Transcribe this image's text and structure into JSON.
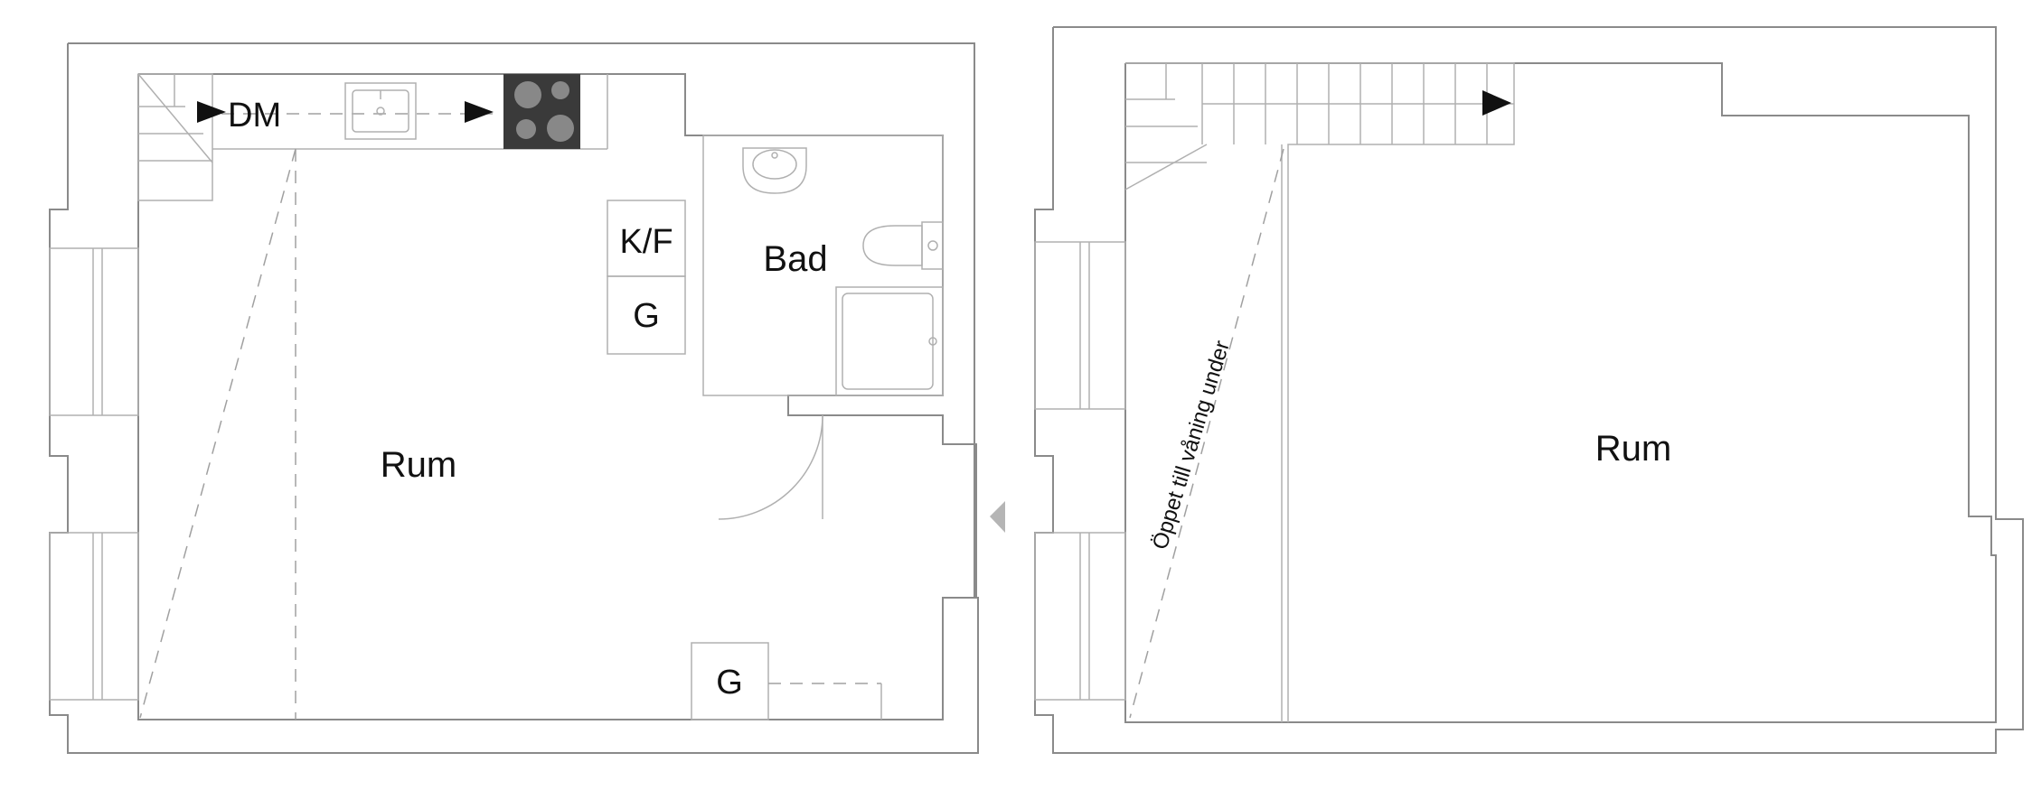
{
  "floor_lower": {
    "room_label": "Rum",
    "bath_label": "Bad",
    "dishwasher_label": "DM",
    "fridge_freezer_label": "K/F",
    "closet_label_top": "G",
    "closet_label_bottom": "G"
  },
  "floor_upper": {
    "room_label": "Rum",
    "open_below_label": "Öppet till våning under"
  },
  "colors": {
    "wall": "#8a8a8a",
    "stove": "#3a3a3a",
    "hob": "#888888",
    "arrow": "#111111",
    "connector_arrow": "#b5b5b5"
  }
}
